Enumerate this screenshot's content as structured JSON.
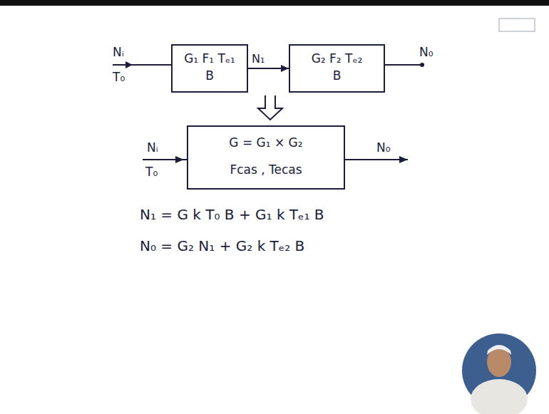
{
  "diagram": {
    "nodes": [
      {
        "text": [
          "G₁ F₁ Tₑ₁",
          "B"
        ]
      },
      {
        "text": [
          "G₂ F₂ Tₑ₂",
          "B"
        ]
      },
      {
        "text": [
          "G = G₁ × G₂",
          "Fcas , Tecas"
        ]
      }
    ],
    "edges": [
      {
        "from": 0,
        "to": 1,
        "arrow": "to",
        "label": "N₁"
      }
    ],
    "labels": [
      "Nᵢ",
      "T₀",
      "N₀",
      "Nᵢ",
      "T₀",
      "N₀",
      "N₁ = G k T₀ B + G₁ k Tₑ₁ B",
      "N₀ = G₂ N₁ + G₂ k Tₑ₂ B"
    ]
  }
}
